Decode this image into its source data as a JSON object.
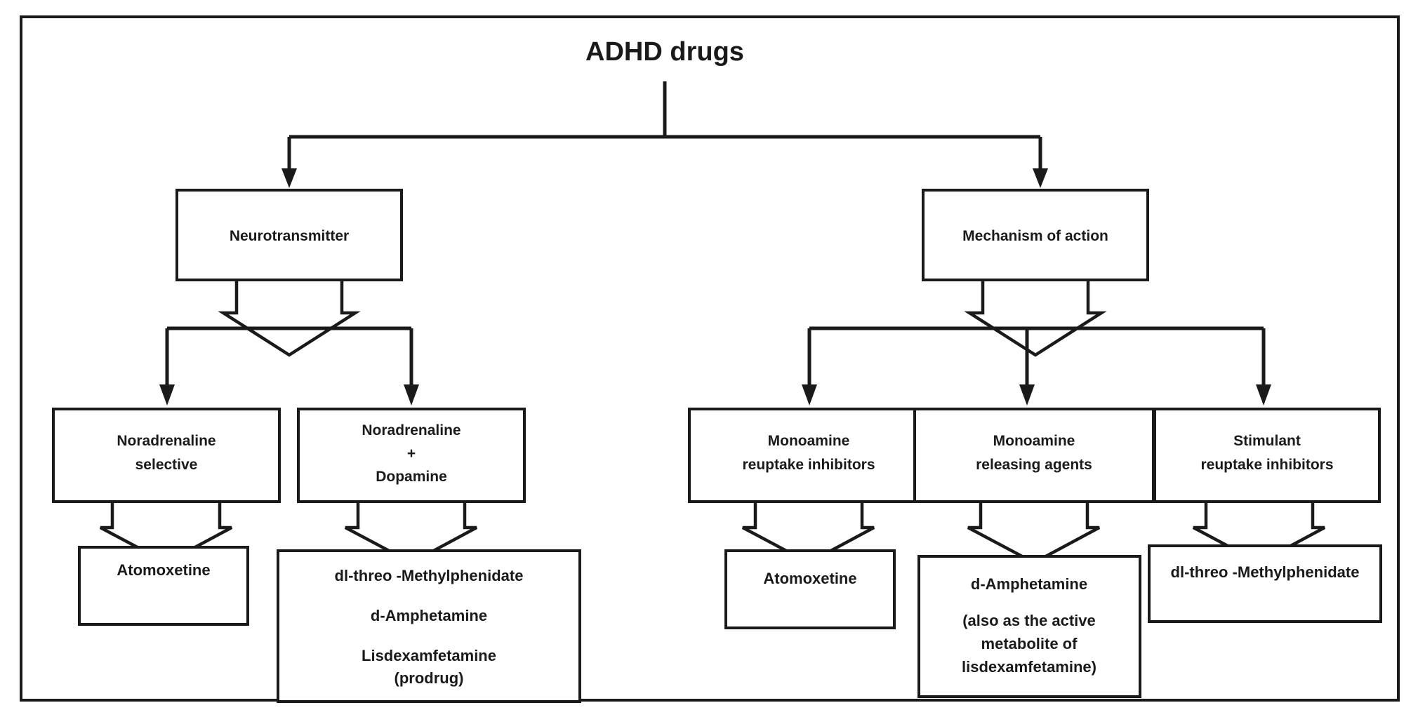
{
  "diagram": {
    "title": "ADHD drugs",
    "frame_color": "#1a1a1a",
    "background_color": "#ffffff",
    "branches": {
      "neurotransmitter": {
        "label": "Neurotransmitter",
        "children": [
          {
            "label_line1": "Noradrenaline",
            "label_line2": "selective",
            "drugs": [
              "Atomoxetine"
            ]
          },
          {
            "label_line1": "Noradrenaline",
            "label_line2": "+",
            "label_line3": "Dopamine",
            "drugs": [
              "dl-threo -Methylphenidate",
              "d-Amphetamine",
              "Lisdexamfetamine",
              "(prodrug)"
            ]
          }
        ]
      },
      "mechanism": {
        "label": "Mechanism of action",
        "children": [
          {
            "label_line1": "Monoamine",
            "label_line2": "reuptake inhibitors",
            "drugs": [
              "Atomoxetine"
            ]
          },
          {
            "label_line1": "Monoamine",
            "label_line2": "releasing agents",
            "drugs": [
              "d-Amphetamine",
              "(also as the active",
              "metabolite of",
              "lisdexamfetamine)"
            ]
          },
          {
            "label_line1": "Stimulant",
            "label_line2": "reuptake inhibitors",
            "drugs": [
              "dl-threo -Methylphenidate"
            ]
          }
        ]
      }
    }
  }
}
